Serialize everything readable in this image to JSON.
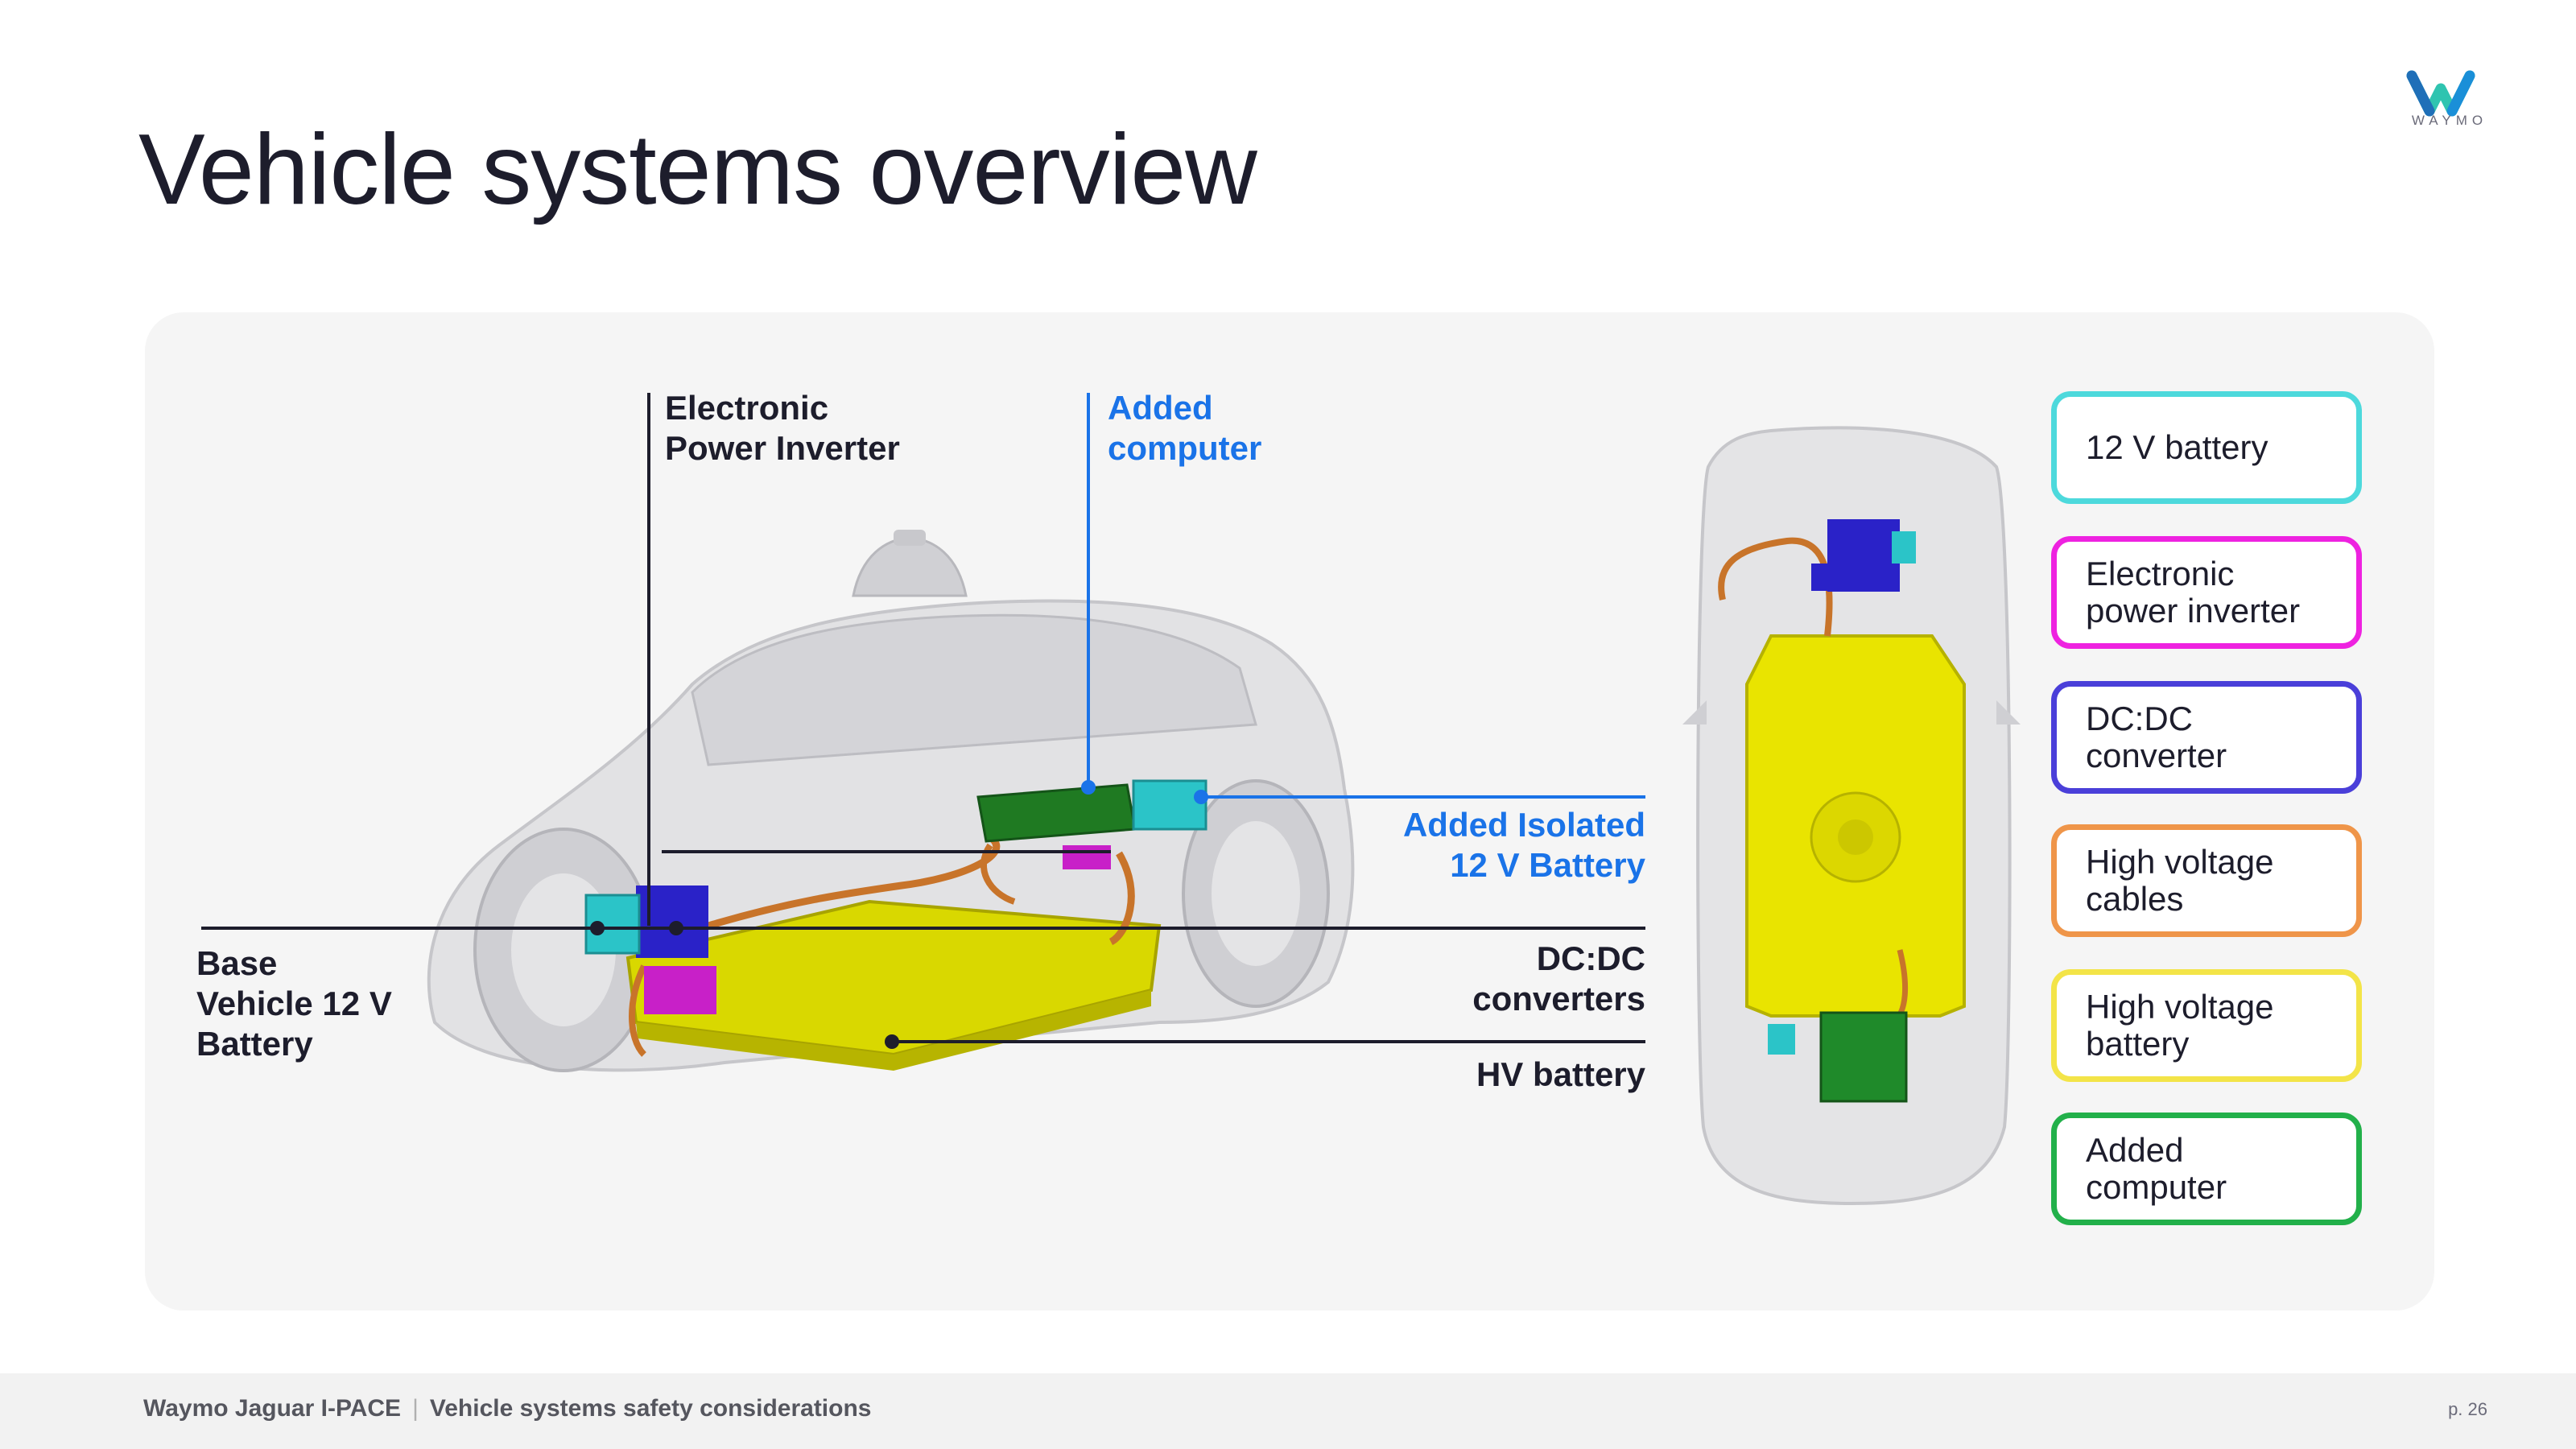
{
  "slide": {
    "title": "Vehicle systems overview",
    "logo_text": "WAYMO"
  },
  "callouts": {
    "electronic_power_inverter": "Electronic\nPower Inverter",
    "added_computer": "Added\ncomputer",
    "added_isolated_battery": "Added Isolated\n12 V Battery",
    "dc_dc_converters": "DC:DC\nconverters",
    "hv_battery": "HV battery",
    "base_battery": "Base\nVehicle 12 V\nBattery"
  },
  "legend": [
    {
      "label": "12 V battery",
      "color": "#4dd9dc"
    },
    {
      "label": "Electronic\npower inverter",
      "color": "#ee22e0"
    },
    {
      "label": "DC:DC\nconverter",
      "color": "#4a3fd9"
    },
    {
      "label": "High voltage\ncables",
      "color": "#ef9549"
    },
    {
      "label": "High voltage\nbattery",
      "color": "#f3e448"
    },
    {
      "label": "Added\ncomputer",
      "color": "#22b04a"
    }
  ],
  "footer": {
    "vehicle": "Waymo Jaguar I-PACE",
    "doc": "Vehicle systems safety considerations",
    "page": "p. 26"
  },
  "colors": {
    "callout_blue": "#1a73e8",
    "line_dark": "#1d1d2c",
    "hv_battery": "#d9d800",
    "battery_12v": "#2bc4c8",
    "dcdc": "#2a22c8",
    "inverter": "#c820c8",
    "cables": "#c8742a",
    "computer": "#1f7a22"
  }
}
